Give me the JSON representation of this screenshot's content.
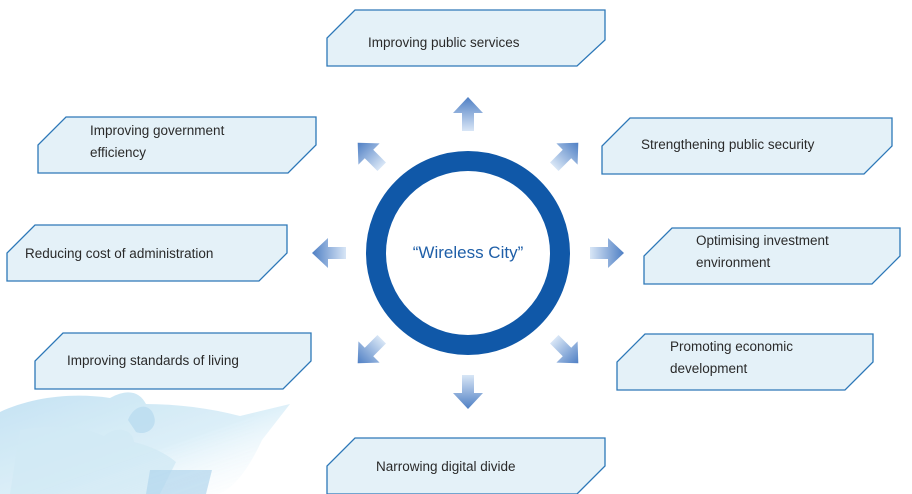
{
  "center": {
    "label": "“Wireless City”"
  },
  "benefits": [
    {
      "id": "public-services",
      "lines": [
        "Improving public services"
      ]
    },
    {
      "id": "public-security",
      "lines": [
        "Strengthening public security"
      ]
    },
    {
      "id": "investment-environment",
      "lines": [
        "Optimising investment",
        "environment"
      ]
    },
    {
      "id": "economic-development",
      "lines": [
        "Promoting economic",
        "development"
      ]
    },
    {
      "id": "digital-divide",
      "lines": [
        "Narrowing digital divide"
      ]
    },
    {
      "id": "standards-of-living",
      "lines": [
        "Improving standards of living"
      ]
    },
    {
      "id": "cost-of-administration",
      "lines": [
        "Reducing cost of administration"
      ]
    },
    {
      "id": "government-efficiency",
      "lines": [
        "Improving government",
        "efficiency"
      ]
    }
  ],
  "colors": {
    "ring": "#1058a8",
    "box_fill": "#e4f1f8",
    "box_stroke": "#2d78b8",
    "arrow_light": "#d8e6f6",
    "arrow_dark": "#4f7fc4",
    "center_text": "#1f5fa8"
  },
  "decorations": [
    "puzzle-pieces-image"
  ]
}
